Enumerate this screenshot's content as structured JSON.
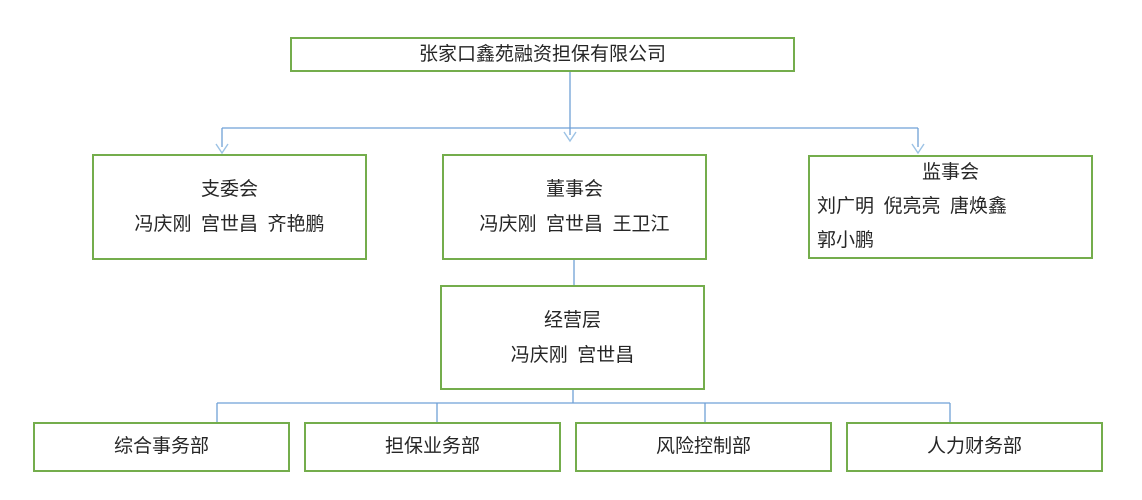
{
  "window": {
    "background": "#ffffff"
  },
  "colors": {
    "box_border": "#74ad4c",
    "connector_line": "#6fa0d6",
    "connector_arrow": "#9cc2e5",
    "text": "#262626"
  },
  "org_chart": {
    "company": {
      "title": "张家口鑫苑融资担保有限公司"
    },
    "committees": [
      {
        "title": "支委会",
        "members": "冯庆刚  宫世昌  齐艳鹏"
      },
      {
        "title": "董事会",
        "members": "冯庆刚  宫世昌  王卫江"
      },
      {
        "title": "监事会",
        "members": "刘广明  倪亮亮  唐焕鑫\n郭小鹏"
      }
    ],
    "management": {
      "title": "经营层",
      "members": "冯庆刚  宫世昌"
    },
    "departments": [
      {
        "label": "综合事务部"
      },
      {
        "label": "担保业务部"
      },
      {
        "label": "风险控制部"
      },
      {
        "label": "人力财务部"
      }
    ]
  }
}
